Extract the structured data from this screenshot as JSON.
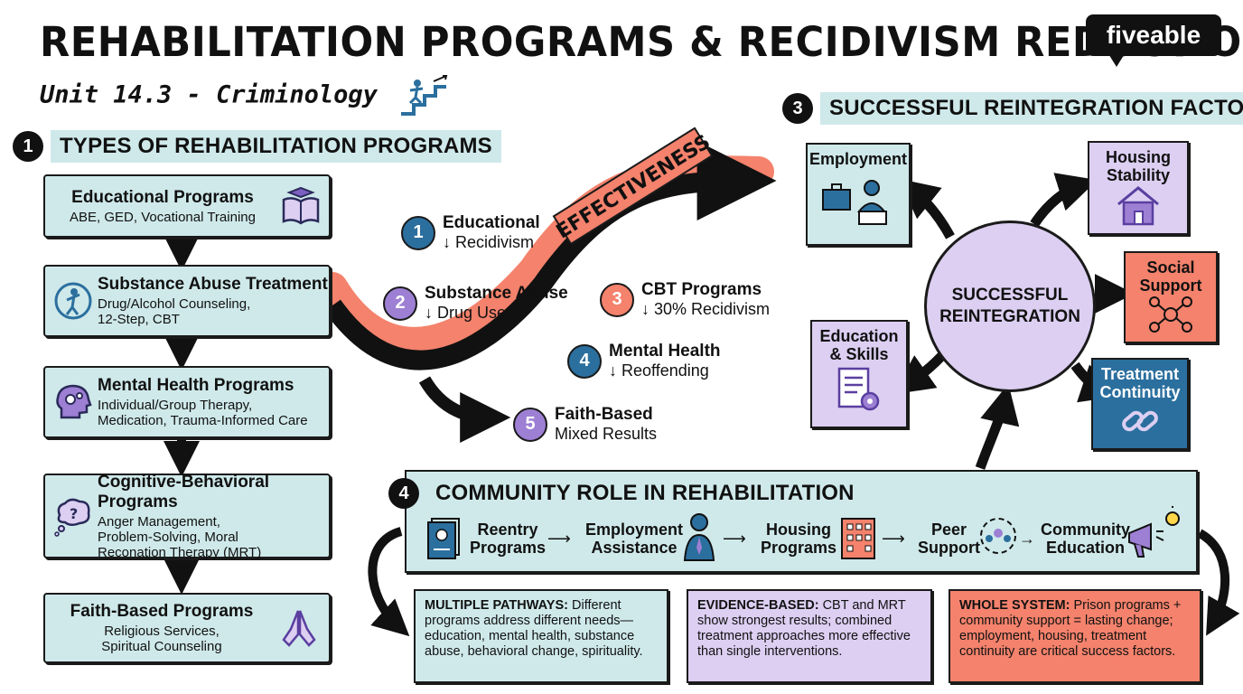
{
  "title": "REHABILITATION PROGRAMS & RECIDIVISM REDUCTION",
  "subtitle": "Unit 14.3 - Criminology",
  "logo": "fiveable",
  "colors": {
    "teal": "#cfe9ea",
    "lavender": "#dccff2",
    "coral": "#f4826c",
    "blue": "#2b6f9e",
    "purple": "#9d7fd4",
    "ink": "#1a1a1a"
  },
  "section1": {
    "number": "1",
    "label": "TYPES OF REHABILITATION PROGRAMS",
    "programs": [
      {
        "title": "Educational Programs",
        "detail": "ABE, GED, Vocational Training",
        "icon": "book-icon"
      },
      {
        "title": "Substance Abuse Treatment",
        "detail": "Drug/Alcohol Counseling,\n12-Step, CBT",
        "icon": "recovery-person-icon"
      },
      {
        "title": "Mental Health Programs",
        "detail": "Individual/Group Therapy,\nMedication, Trauma-Informed Care",
        "icon": "brain-gear-icon"
      },
      {
        "title": "Cognitive-Behavioral Programs",
        "detail": "Anger Management,\nProblem-Solving, Moral\nReconation Therapy (MRT)",
        "icon": "thought-bubble-icon"
      },
      {
        "title": "Faith-Based Programs",
        "detail": "Religious Services,\nSpiritual Counseling",
        "icon": "praying-hands-icon"
      }
    ]
  },
  "effectiveness": {
    "label": "EFFECTIVENESS",
    "items": [
      {
        "num": "1",
        "title": "Educational",
        "detail": "↓ Recidivism",
        "color": "#2b6f9e"
      },
      {
        "num": "2",
        "title": "Substance Abuse",
        "detail": "↓ Drug Use",
        "color": "#9d7fd4"
      },
      {
        "num": "3",
        "title": "CBT Programs",
        "detail": "↓ 30% Recidivism",
        "color": "#f4826c"
      },
      {
        "num": "4",
        "title": "Mental Health",
        "detail": "↓ Reoffending",
        "color": "#2b6f9e"
      },
      {
        "num": "5",
        "title": "Faith-Based",
        "detail": "Mixed Results",
        "color": "#9d7fd4"
      }
    ]
  },
  "section3": {
    "number": "3",
    "label": "SUCCESSFUL REINTEGRATION FACTORS",
    "hub": "SUCCESSFUL\nREINTEGRATION",
    "factors": [
      {
        "label": "Employment",
        "icon": "laptop-worker-icon",
        "color": "#cfe9ea"
      },
      {
        "label": "Housing\nStability",
        "icon": "house-icon",
        "color": "#dccff2"
      },
      {
        "label": "Social\nSupport",
        "icon": "network-people-icon",
        "color": "#f4826c"
      },
      {
        "label": "Treatment\nContinuity",
        "icon": "chain-link-icon",
        "color": "#2b6f9e"
      },
      {
        "label": "Education\n& Skills",
        "icon": "document-gear-icon",
        "color": "#dccff2"
      }
    ]
  },
  "section4": {
    "number": "4",
    "label": "COMMUNITY ROLE IN REHABILITATION",
    "steps": [
      {
        "label": "Reentry\nPrograms",
        "icon": "id-card-icon"
      },
      {
        "label": "Employment\nAssistance",
        "icon": "businessman-icon"
      },
      {
        "label": "Housing\nPrograms",
        "icon": "building-icon"
      },
      {
        "label": "Peer\nSupport",
        "icon": "people-circle-icon"
      },
      {
        "label": "Community\nEducation",
        "icon": "megaphone-icon"
      }
    ]
  },
  "summaries": [
    {
      "heading": "MULTIPLE PATHWAYS:",
      "text": " Different programs address different needs—education, mental health, substance abuse, behavioral change, spirituality.",
      "color": "#cfe9ea"
    },
    {
      "heading": "EVIDENCE-BASED:",
      "text": " CBT and MRT show strongest results; combined treatment approaches more effective than single interventions.",
      "color": "#dccff2"
    },
    {
      "heading": "WHOLE SYSTEM:",
      "text": " Prison programs + community support = lasting change; employment, housing, treatment continuity are critical success factors.",
      "color": "#f4826c"
    }
  ]
}
